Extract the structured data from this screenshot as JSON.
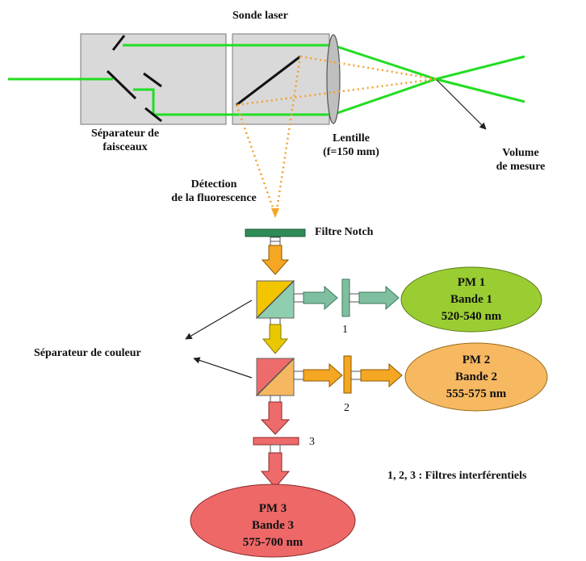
{
  "labels": {
    "sonde_laser": "Sonde laser",
    "separateur_faisceaux": [
      "Séparateur de",
      "faisceaux"
    ],
    "lentille": [
      "Lentille",
      "(f=150 mm)"
    ],
    "volume_mesure": [
      "Volume",
      "de mesure"
    ],
    "detection": [
      "Détection",
      "de la fluorescence"
    ],
    "filtre_notch": "Filtre Notch",
    "separateur_couleur": "Séparateur de couleur",
    "filtres_legend": "1, 2, 3 : Filtres interférentiels",
    "filter_1": "1",
    "filter_2": "2",
    "filter_3": "3"
  },
  "detectors": [
    {
      "name": "PM 1",
      "band": "Bande 1",
      "range": "520-540 nm",
      "color": "#9ACD32"
    },
    {
      "name": "PM 2",
      "band": "Bande 2",
      "range": "555-575 nm",
      "color": "#F7B862"
    },
    {
      "name": "PM 3",
      "band": "Bande 3",
      "range": "575-700 nm",
      "color": "#EE6868"
    }
  ],
  "colors": {
    "laser": "#22DD22",
    "fluorescence": "#F0A030",
    "arrow_orange": "#F5A623",
    "arrow_yellow": "#E8C800",
    "arrow_red": "#EE6B6B",
    "arrow_green": "#7FBFA0",
    "notch_filter": "#2E8B57",
    "box_fill": "#D9D9D9"
  }
}
